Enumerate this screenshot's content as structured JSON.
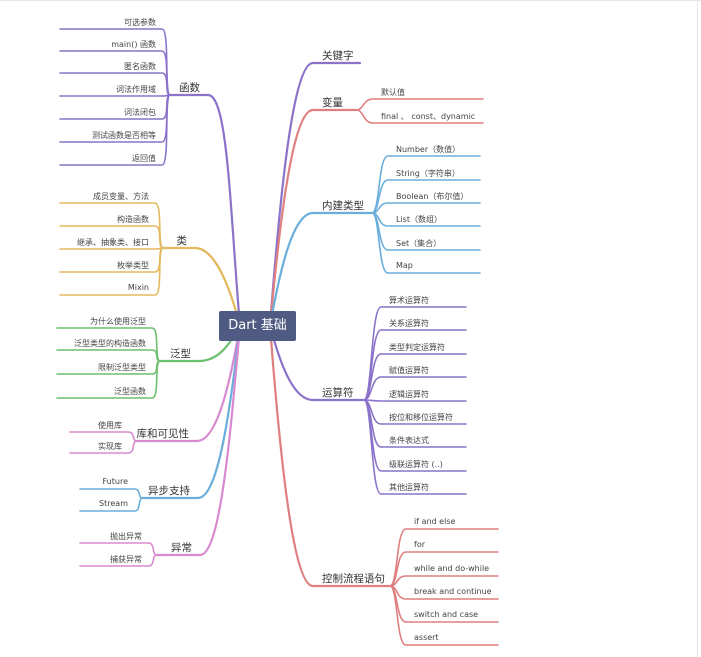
{
  "root": "Dart 基础",
  "colors": {
    "root_bg": "#4f5b82",
    "purple": "#8a73c9",
    "yellow": "#e3b95d",
    "green": "#6cbf6e",
    "pink": "#d88ad1",
    "blue": "#6aaedb",
    "red": "#df7f7f"
  },
  "left_branches": [
    {
      "label": "函数",
      "color": "purple",
      "children": [
        "可选参数",
        "main() 函数",
        "匿名函数",
        "词法作用域",
        "词法闭包",
        "测试函数是否相等",
        "返回值"
      ]
    },
    {
      "label": "类",
      "color": "yellow",
      "children": [
        "成员变量、方法",
        "构造函数",
        "继承、抽象类、接口",
        "枚举类型",
        "Mixin"
      ]
    },
    {
      "label": "泛型",
      "color": "green",
      "children": [
        "为什么使用泛型",
        "泛型类型的构造函数",
        "限制泛型类型",
        "泛型函数"
      ]
    },
    {
      "label": "库和可见性",
      "color": "pink",
      "children": [
        "使用库",
        "实现库"
      ]
    },
    {
      "label": "异步支持",
      "color": "blue",
      "children": [
        "Future",
        "Stream"
      ]
    },
    {
      "label": "异常",
      "color": "pink",
      "children": [
        "抛出异常",
        "捕获异常"
      ]
    }
  ],
  "right_branches": [
    {
      "label": "关键字",
      "color": "purple",
      "children": []
    },
    {
      "label": "变量",
      "color": "red",
      "children": [
        "默认值",
        "final 、 const、dynamic"
      ]
    },
    {
      "label": "内建类型",
      "color": "blue",
      "children": [
        "Number（数值）",
        "String（字符串）",
        "Boolean（布尔值）",
        "List（数组）",
        "Set（集合）",
        "Map"
      ]
    },
    {
      "label": "运算符",
      "color": "purple",
      "children": [
        "算术运算符",
        "关系运算符",
        "类型判定运算符",
        "赋值运算符",
        "逻辑运算符",
        "按位和移位运算符",
        "条件表达式",
        "级联运算符 (..)",
        "其他运算符"
      ]
    },
    {
      "label": "控制流程语句",
      "color": "red",
      "children": [
        "if and else",
        "for",
        "while and do-while",
        "break and continue",
        "switch and case",
        "assert"
      ]
    }
  ]
}
